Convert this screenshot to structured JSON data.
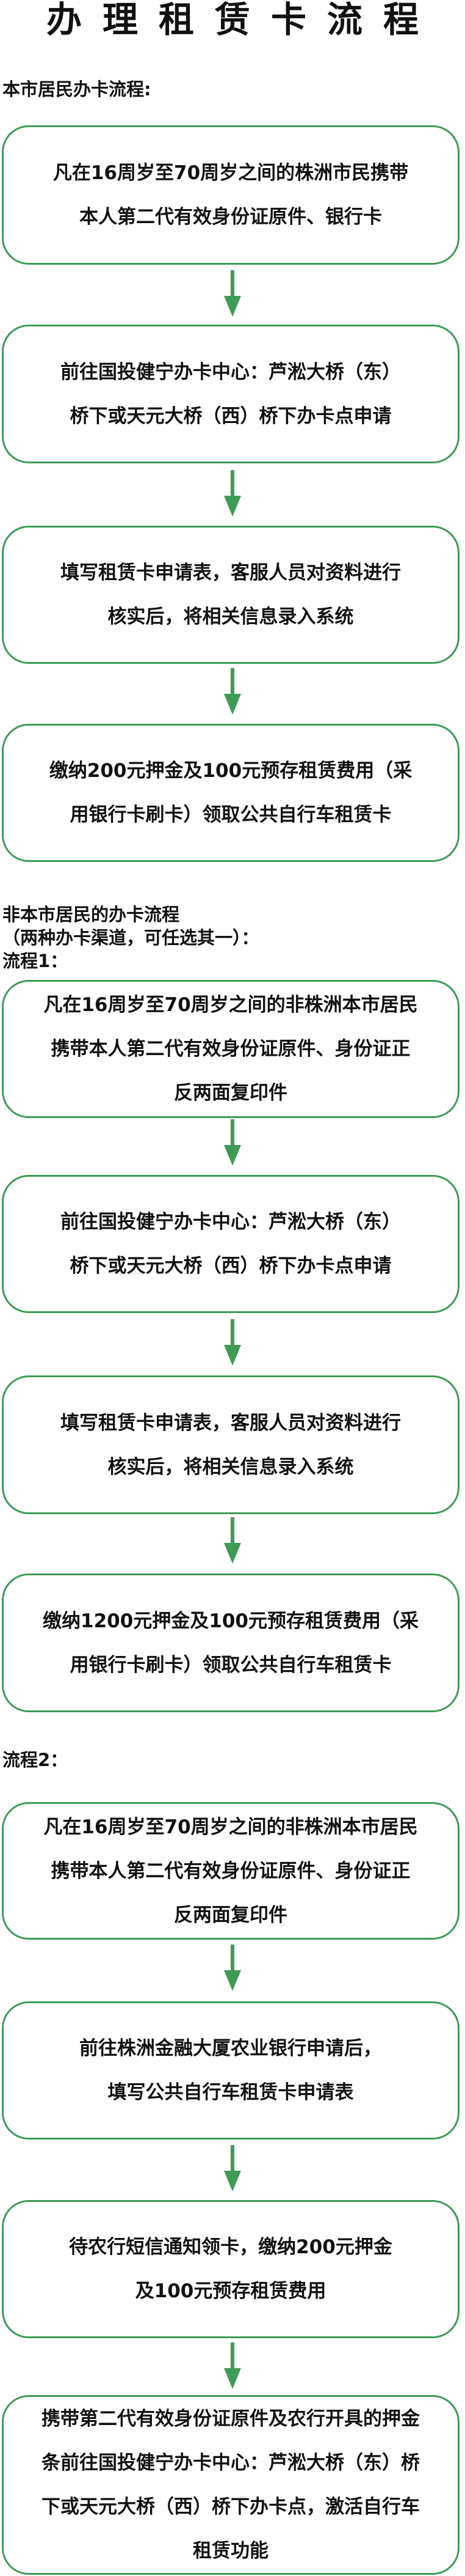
{
  "title": "办理租赁卡流程",
  "accent_color": "#3f9a56",
  "sections": {
    "local_heading": "本市居民办卡流程:",
    "nonlocal_heading": "非本市居民的办卡流程",
    "nonlocal_subheading": "（两种办卡渠道，可任选其一）：",
    "flow1_heading": "流程1：",
    "flow2_heading": "流程2："
  },
  "boxes": [
    {
      "lines": [
        "凡在16周岁至70周岁之间的株洲市民携带",
        "本人第二代有效身份证原件、银行卡"
      ]
    },
    {
      "lines": [
        "前往国投健宁办卡中心：芦淞大桥（东）",
        "桥下或天元大桥（西）桥下办卡点申请"
      ]
    },
    {
      "lines": [
        "填写租赁卡申请表，客服人员对资料进行",
        "核实后，将相关信息录入系统"
      ]
    },
    {
      "lines": [
        "缴纳200元押金及100元预存租赁费用（采",
        "用银行卡刷卡）领取公共自行车租赁卡"
      ]
    },
    {
      "lines": [
        "凡在16周岁至70周岁之间的非株洲本市居民",
        "携带本人第二代有效身份证原件、身份证正",
        "反两面复印件"
      ]
    },
    {
      "lines": [
        "前往国投健宁办卡中心：芦淞大桥（东）",
        "桥下或天元大桥（西）桥下办卡点申请"
      ]
    },
    {
      "lines": [
        "填写租赁卡申请表，客服人员对资料进行",
        "核实后，将相关信息录入系统"
      ]
    },
    {
      "lines": [
        "缴纳1200元押金及100元预存租赁费用（采",
        "用银行卡刷卡）领取公共自行车租赁卡"
      ]
    },
    {
      "lines": [
        "凡在16周岁至70周岁之间的非株洲本市居民",
        "携带本人第二代有效身份证原件、身份证正",
        "反两面复印件"
      ]
    },
    {
      "lines": [
        "前往株洲金融大厦农业银行申请后，",
        "填写公共自行车租赁卡申请表"
      ]
    },
    {
      "lines": [
        "待农行短信通知领卡，缴纳200元押金",
        "及100元预存租赁费用"
      ]
    },
    {
      "lines": [
        "携带第二代有效身份证原件及农行开具的押金",
        "条前往国投健宁办卡中心：芦淞大桥（东）桥",
        "下或天元大桥（西）桥下办卡点，激活自行车",
        "租赁功能"
      ]
    }
  ]
}
